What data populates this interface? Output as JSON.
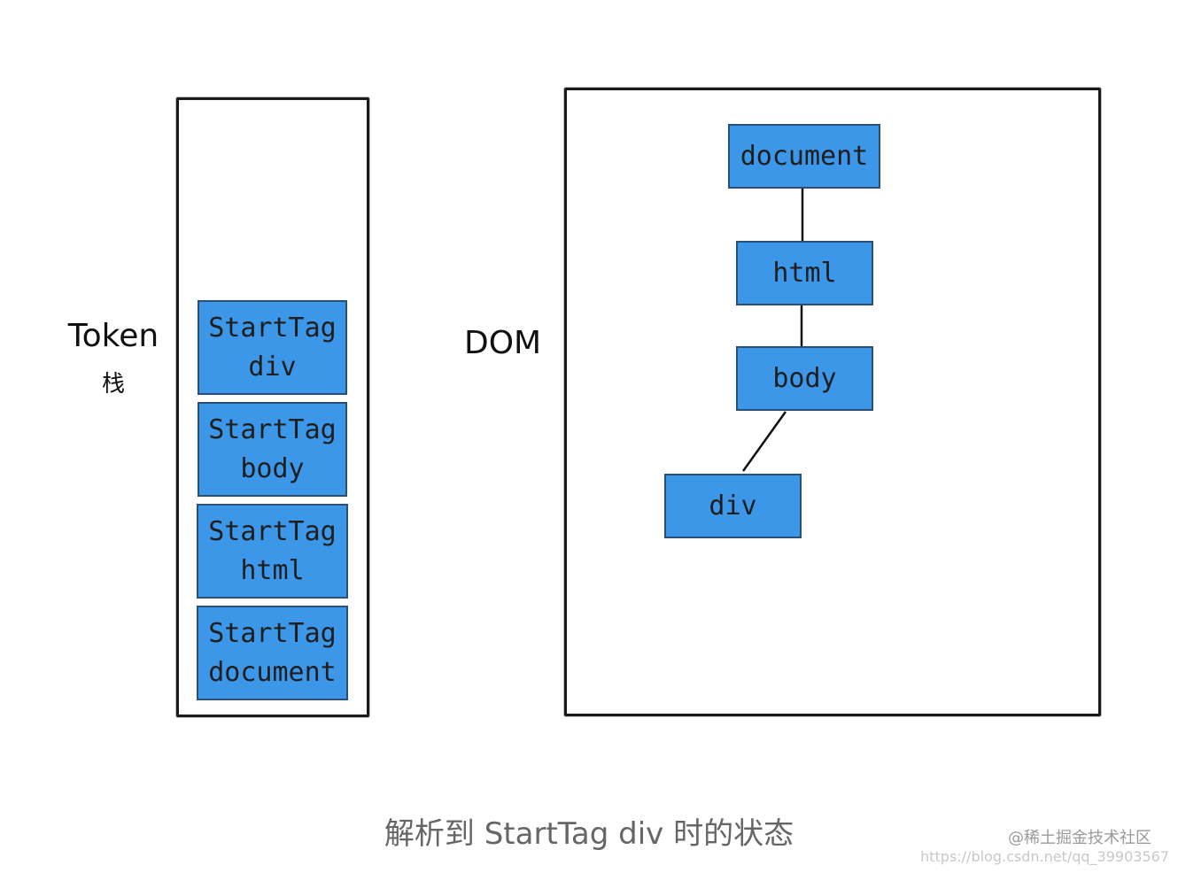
{
  "labels": {
    "token": "Token",
    "token_sub": "栈",
    "dom": "DOM"
  },
  "stack": [
    {
      "line1": "StartTag",
      "line2": "div"
    },
    {
      "line1": "StartTag",
      "line2": "body"
    },
    {
      "line1": "StartTag",
      "line2": "html"
    },
    {
      "line1": "StartTag",
      "line2": "document"
    }
  ],
  "tree": {
    "nodes": {
      "document": "document",
      "html": "html",
      "body": "body",
      "div": "div"
    }
  },
  "caption": "解析到 StartTag div 时的状态",
  "watermark": {
    "site": "@稀土掘金技术社区",
    "url": "https://blog.csdn.net/qq_39903567"
  },
  "colors": {
    "node_fill": "#3d97e8",
    "node_border": "#2a4f7a",
    "frame": "#1a1a1a",
    "caption": "#666666"
  }
}
